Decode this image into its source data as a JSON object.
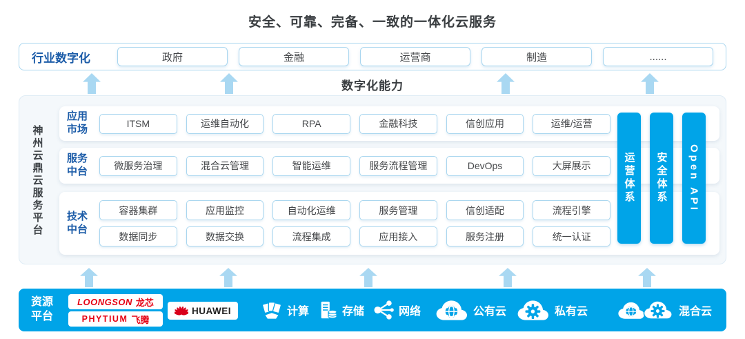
{
  "title": "安全、可靠、完备、一致的一体化云服务",
  "industry": {
    "label": "行业数字化",
    "items": [
      "政府",
      "金融",
      "运营商",
      "制造",
      "......"
    ]
  },
  "capability_label": "数字化能力",
  "platform": {
    "name": "神州云鼎云服务平台",
    "rows": [
      {
        "label": "应用市场",
        "items": [
          "ITSM",
          "运维自动化",
          "RPA",
          "金融科技",
          "信创应用",
          "运维/运营"
        ]
      },
      {
        "label": "服务中台",
        "items": [
          "微服务治理",
          "混合云管理",
          "智能运维",
          "服务流程管理",
          "DevOps",
          "大屏展示"
        ]
      },
      {
        "label": "技术中台",
        "items": [
          "容器集群",
          "应用监控",
          "自动化运维",
          "服务管理",
          "信创适配",
          "流程引擎"
        ],
        "items2": [
          "数据同步",
          "数据交换",
          "流程集成",
          "应用接入",
          "服务注册",
          "统一认证"
        ]
      }
    ],
    "side_bars": [
      "运营体系",
      "安全体系",
      "Open API"
    ]
  },
  "resource": {
    "label": "资源平台",
    "vendors": {
      "loongson": {
        "latin": "LOONGSON",
        "cjk": "龙芯"
      },
      "phytium": {
        "latin": "PHYTIUM",
        "cjk": "飞腾"
      },
      "huawei": "HUAWEI"
    },
    "items": [
      {
        "label": "计算",
        "icon": "compute-icon"
      },
      {
        "label": "存储",
        "icon": "storage-icon"
      },
      {
        "label": "网络",
        "icon": "network-icon"
      },
      {
        "label": "公有云",
        "icon": "public-cloud-icon"
      },
      {
        "label": "私有云",
        "icon": "private-cloud-icon"
      },
      {
        "label": "混合云",
        "icon": "hybrid-cloud-icon"
      }
    ]
  },
  "colors": {
    "accent_blue": "#00A4E8",
    "arrow_blue": "#A9D8F2",
    "box_border_blue": "#A9D6EF",
    "label_blue": "#1C5CA8",
    "vendor_red": "#E60012"
  }
}
